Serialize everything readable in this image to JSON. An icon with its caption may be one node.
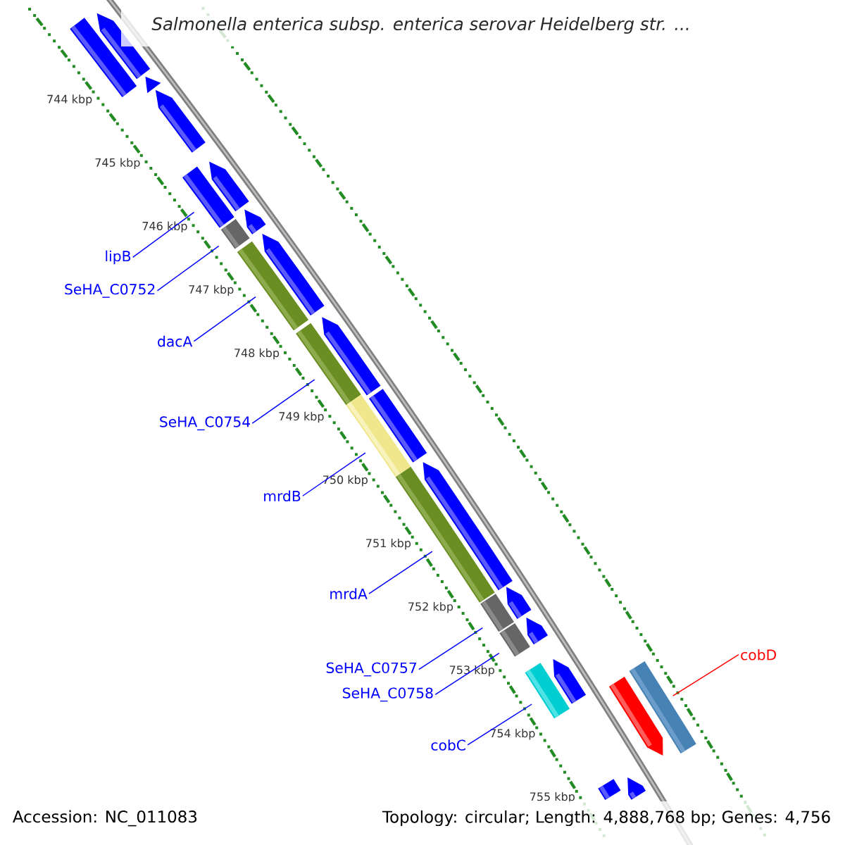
{
  "diagram": {
    "title": "Salmonella enterica subsp. enterica serovar Heidelberg str. ...",
    "nodes": [
      {
        "text": [
          "lipB"
        ]
      },
      {
        "text": [
          "SeHA_C0752"
        ]
      },
      {
        "text": [
          "dacA"
        ]
      },
      {
        "text": [
          "SeHA_C0754"
        ]
      },
      {
        "text": [
          "mrdB"
        ]
      },
      {
        "text": [
          "mrdA"
        ]
      },
      {
        "text": [
          "SeHA_C0757"
        ]
      },
      {
        "text": [
          "SeHA_C0758"
        ]
      },
      {
        "text": [
          "cobC"
        ]
      },
      {
        "text": [
          "cobD"
        ]
      },
      {
        "text": [],
        "shape": "bar"
      },
      {
        "text": [],
        "shape": "bar"
      },
      {
        "text": [],
        "shape": "bar"
      },
      {
        "text": [],
        "shape": "bar"
      },
      {
        "text": [],
        "shape": "bar"
      },
      {
        "text": [],
        "shape": "bar"
      },
      {
        "text": [],
        "shape": "bar"
      },
      {
        "text": [],
        "shape": "bar"
      },
      {
        "text": [],
        "shape": "bar"
      },
      {
        "text": [],
        "shape": "bar"
      },
      {
        "text": [],
        "shape": "bar"
      },
      {
        "text": [],
        "shape": "bar"
      },
      {
        "text": [],
        "shape": "bar"
      },
      {
        "text": [],
        "shape": "bar"
      },
      {
        "text": [],
        "shape": "bar"
      },
      {
        "text": [],
        "shape": "bar"
      },
      {
        "text": [],
        "shape": "bar"
      },
      {
        "text": [],
        "shape": "bar"
      },
      {
        "text": [],
        "shape": "bar"
      },
      {
        "text": [],
        "shape": "bar"
      },
      {
        "text": [],
        "shape": "bar"
      },
      {
        "text": [],
        "shape": "bar"
      },
      {
        "text": [],
        "shape": "bar"
      },
      {
        "text": [],
        "shape": "bar"
      },
      {
        "text": [],
        "shape": "bar"
      },
      {
        "text": [],
        "shape": "bar"
      }
    ],
    "edges": [
      {
        "from": 0,
        "to": 14,
        "arrow": "none"
      },
      {
        "from": 1,
        "to": 16,
        "arrow": "none"
      },
      {
        "from": 2,
        "to": 18,
        "arrow": "none"
      },
      {
        "from": 3,
        "to": 20,
        "arrow": "none"
      },
      {
        "from": 4,
        "to": 22,
        "arrow": "none"
      },
      {
        "from": 5,
        "to": 24,
        "arrow": "none"
      },
      {
        "from": 6,
        "to": 26,
        "arrow": "none"
      },
      {
        "from": 7,
        "to": 28,
        "arrow": "none"
      },
      {
        "from": 8,
        "to": 30,
        "arrow": "none"
      },
      {
        "from": 9,
        "to": 33,
        "arrow": "none",
        "color": "#ff0000"
      }
    ],
    "labels": [
      "744 kbp",
      "745 kbp",
      "746 kbp",
      "747 kbp",
      "748 kbp",
      "749 kbp",
      "750 kbp",
      "751 kbp",
      "752 kbp",
      "753 kbp",
      "754 kbp",
      "755 kbp",
      "Accession: NC_011083",
      "Topology: circular; Length: 4,888,768 bp; Genes: 4,756"
    ]
  }
}
